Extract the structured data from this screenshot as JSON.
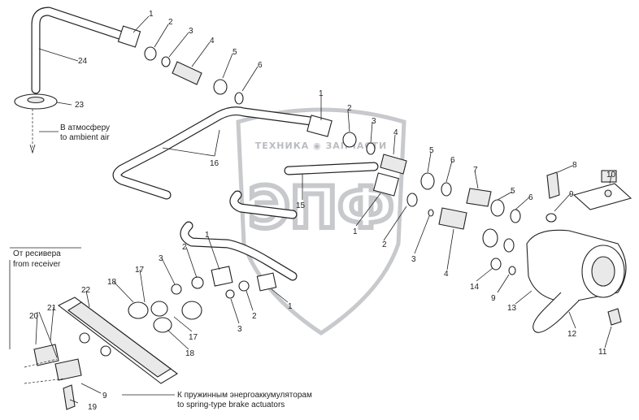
{
  "watermark": {
    "top": "ТЕХНИКА ◉ ЗАПЧАСТИ",
    "big": "ЭПФ"
  },
  "captions": {
    "atmosphere_ru": "В атмосферу",
    "atmosphere_en": "to ambient air",
    "receiver_ru": "От ресивера",
    "receiver_en": "from receiver",
    "actuators_ru": "К пружинным энергоаккумуляторам",
    "actuators_en": "to spring-type brake actuators"
  },
  "callouts": {
    "c1a": "1",
    "c2a": "2",
    "c3a": "3",
    "c4a": "4",
    "c5a": "5",
    "c6a": "6",
    "c24": "24",
    "c23": "23",
    "c1b": "1",
    "c2b": "2",
    "c3b": "3",
    "c4b": "4",
    "c16": "16",
    "c15": "15",
    "c1c": "1",
    "c2c": "2",
    "c5b": "5",
    "c6b": "6",
    "c7": "7",
    "c5c": "5",
    "c6c": "6",
    "c8": "8",
    "c9a": "9",
    "c10": "10",
    "c3c": "3",
    "c4c": "4",
    "c14": "14",
    "c9b": "9",
    "c13": "13",
    "c12": "12",
    "c11": "11",
    "c1d": "1",
    "c2d": "2",
    "c3d": "3",
    "c17a": "17",
    "c18a": "18",
    "c22": "22",
    "c21": "21",
    "c20": "20",
    "c2e": "2",
    "c3e": "3",
    "c1e": "1",
    "c17b": "17",
    "c18b": "18",
    "c9c": "9",
    "c19": "19"
  }
}
